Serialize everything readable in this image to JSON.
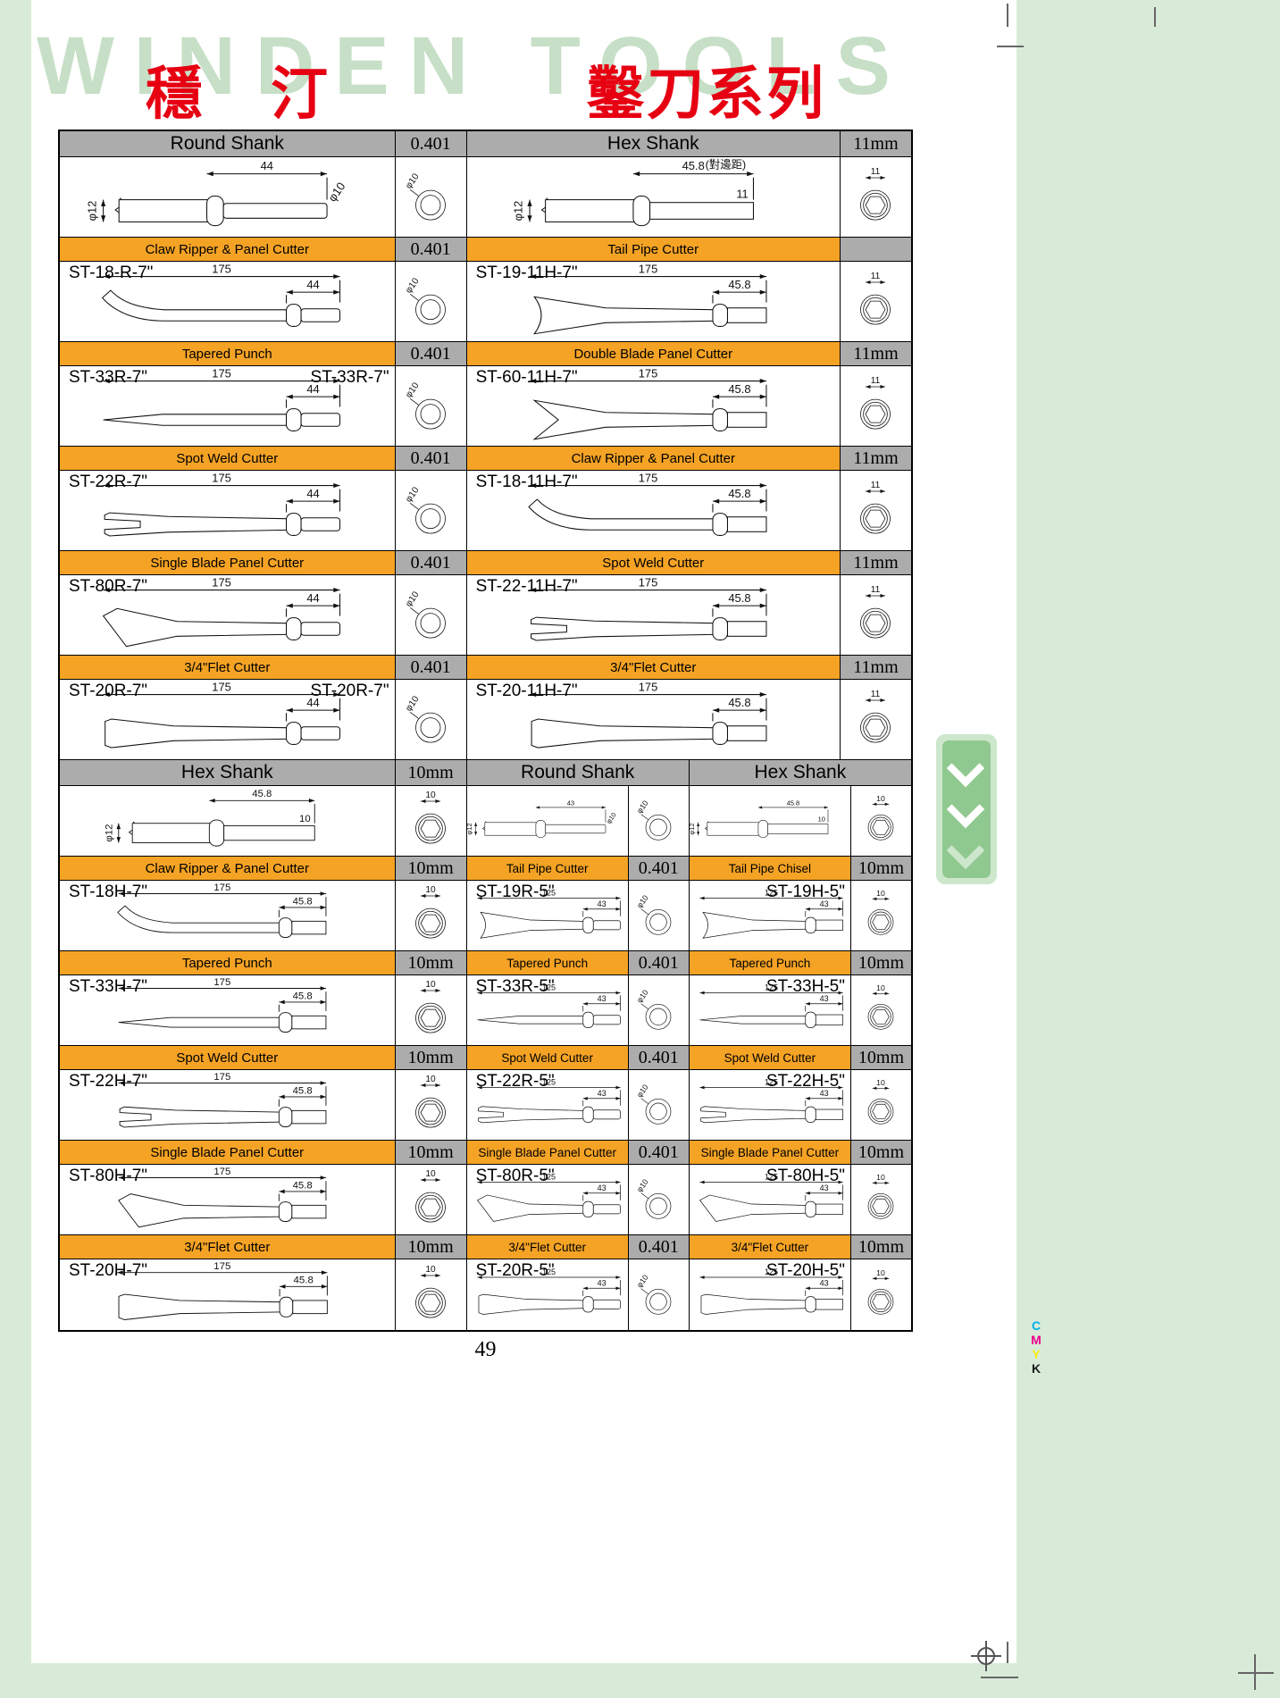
{
  "header": {
    "watermark": "WINDEN TOOLS",
    "brand_cn": "穩汀",
    "series_cn": "鑿刀系列"
  },
  "page_number": "49",
  "print_marks": {
    "letters": [
      {
        "ch": "C",
        "color": "#00AEEF"
      },
      {
        "ch": "M",
        "color": "#EC008C"
      },
      {
        "ch": "Y",
        "color": "#F7EC13"
      },
      {
        "ch": "K",
        "color": "#1A1A1A"
      }
    ]
  },
  "colors": {
    "orange": "#F5A325",
    "header_gray": "#ACACAC",
    "title_red": "#E60012",
    "watermark_green": "#C6DFC6",
    "page_bg": "#D8EBD8"
  },
  "sections": [
    {
      "columns": [
        "47.7%",
        "52.3%"
      ],
      "narrow": [],
      "rows": [
        {
          "type": "head",
          "cells": [
            {
              "label": "Round Shank",
              "value": "0.401"
            },
            {
              "label": "Hex Shank",
              "value": "11mm"
            }
          ]
        },
        {
          "type": "draw",
          "cells": [
            {
              "kind": "shank-round",
              "top": "44",
              "left": "φ12",
              "right": "φ10",
              "end": "round",
              "end_label": "φ10"
            },
            {
              "kind": "shank-hex",
              "top": "45.8",
              "left": "φ12",
              "right": "11",
              "note": "(對邊距)",
              "end": "hex",
              "end_label": "11"
            }
          ]
        },
        {
          "type": "cat",
          "cells": [
            {
              "label": "Claw Ripper & Panel Cutter",
              "value": "0.401"
            },
            {
              "label": "Tail Pipe Cutter",
              "value": ""
            }
          ]
        },
        {
          "type": "draw",
          "cells": [
            {
              "code": "ST-18-R-7\"",
              "kind": "claw",
              "top": "175",
              "inner": "44",
              "end": "round",
              "end_label": "φ10"
            },
            {
              "code": "ST-19-11H-7\"",
              "kind": "tail",
              "top": "175",
              "inner": "45.8",
              "end": "hex",
              "end_label": "11"
            }
          ]
        },
        {
          "type": "cat",
          "cells": [
            {
              "label": "Tapered Punch",
              "value": "0.401"
            },
            {
              "label": "Double Blade Panel Cutter",
              "value": "11mm"
            }
          ]
        },
        {
          "type": "draw",
          "cells": [
            {
              "code": "ST-33R-7\"",
              "code2": "ST-33R-7\"",
              "kind": "taper",
              "top": "175",
              "inner": "44",
              "end": "round",
              "end_label": "φ10"
            },
            {
              "code": "ST-60-11H-7\"",
              "kind": "double",
              "top": "175",
              "inner": "45.8",
              "end": "hex",
              "end_label": "11"
            }
          ]
        },
        {
          "type": "cat",
          "cells": [
            {
              "label": "Spot Weld Cutter",
              "value": "0.401"
            },
            {
              "label": "Claw Ripper & Panel Cutter",
              "value": "11mm"
            }
          ]
        },
        {
          "type": "draw",
          "cells": [
            {
              "code": "ST-22R-7\"",
              "kind": "spot",
              "top": "175",
              "inner": "44",
              "end": "round",
              "end_label": "φ10"
            },
            {
              "code": "ST-18-11H-7\"",
              "kind": "claw",
              "top": "175",
              "inner": "45.8",
              "end": "hex",
              "end_label": "11"
            }
          ]
        },
        {
          "type": "cat",
          "cells": [
            {
              "label": "Single Blade Panel Cutter",
              "value": "0.401"
            },
            {
              "label": "Spot Weld Cutter",
              "value": "11mm"
            }
          ]
        },
        {
          "type": "draw",
          "cells": [
            {
              "code": "ST-80R-7\"",
              "kind": "single",
              "top": "175",
              "inner": "44",
              "end": "round",
              "end_label": "φ10"
            },
            {
              "code": "ST-22-11H-7\"",
              "kind": "spot",
              "top": "175",
              "inner": "45.8",
              "end": "hex",
              "end_label": "11"
            }
          ]
        },
        {
          "type": "cat",
          "cells": [
            {
              "label": "3/4\"Flet Cutter",
              "value": "0.401"
            },
            {
              "label": "3/4\"Flet Cutter",
              "value": "11mm"
            }
          ]
        },
        {
          "type": "draw",
          "cells": [
            {
              "code": "ST-20R-7\"",
              "code2": "ST-20R-7\"",
              "kind": "flet",
              "top": "175",
              "inner": "44",
              "end": "round",
              "end_label": "φ10"
            },
            {
              "code": "ST-20-11H-7\"",
              "kind": "flet",
              "top": "175",
              "inner": "45.8",
              "end": "hex",
              "end_label": "11"
            }
          ]
        }
      ]
    },
    {
      "columns": [
        "47.7%",
        "26.15%",
        "26.15%"
      ],
      "narrow": [
        1,
        2
      ],
      "rows": [
        {
          "type": "head",
          "cells": [
            {
              "label": "Hex Shank",
              "value": "10mm"
            },
            {
              "label": "Round Shank"
            },
            {
              "label": "Hex Shank"
            }
          ]
        },
        {
          "type": "draw",
          "cells": [
            {
              "kind": "shank-hex",
              "top": "45.8",
              "left": "φ12",
              "right": "10",
              "end": "hex",
              "end_label": "10"
            },
            {
              "kind": "shank-round",
              "top": "43",
              "left": "φ12",
              "right": "φ10",
              "end": "round",
              "end_label": "φ10"
            },
            {
              "kind": "shank-hex",
              "top": "45.8",
              "left": "φ12",
              "right": "10",
              "end": "hex",
              "end_label": "10"
            }
          ]
        },
        {
          "type": "cat",
          "cells": [
            {
              "label": "Claw Ripper & Panel Cutter",
              "value": "10mm"
            },
            {
              "label": "Tail Pipe Cutter",
              "value": "0.401"
            },
            {
              "label": "Tail Pipe Chisel",
              "value": "10mm"
            }
          ]
        },
        {
          "type": "draw",
          "cells": [
            {
              "code": "ST-18H-7\"",
              "kind": "claw",
              "top": "175",
              "inner": "45.8",
              "end": "hex",
              "end_label": "10"
            },
            {
              "code": "ST-19R-5\"",
              "kind": "tail",
              "top": "125",
              "inner": "43",
              "end": "round",
              "end_label": "φ10"
            },
            {
              "code": "ST-19H-5\"",
              "code_pos": "right",
              "kind": "tail",
              "top": "125",
              "inner": "43",
              "end": "hex",
              "end_label": "10"
            }
          ]
        },
        {
          "type": "cat",
          "cells": [
            {
              "label": "Tapered Punch",
              "value": "10mm"
            },
            {
              "label": "Tapered Punch",
              "value": "0.401"
            },
            {
              "label": "Tapered Punch",
              "value": "10mm"
            }
          ]
        },
        {
          "type": "draw",
          "cells": [
            {
              "code": "ST-33H-7\"",
              "kind": "taper",
              "top": "175",
              "inner": "45.8",
              "end": "hex",
              "end_label": "10"
            },
            {
              "code": "ST-33R-5\"",
              "kind": "taper",
              "top": "125",
              "inner": "43",
              "end": "round",
              "end_label": "φ10"
            },
            {
              "code": "ST-33H-5\"",
              "code_pos": "right",
              "kind": "taper",
              "top": "125",
              "inner": "43",
              "end": "hex",
              "end_label": "10"
            }
          ]
        },
        {
          "type": "cat",
          "cells": [
            {
              "label": "Spot Weld Cutter",
              "value": "10mm"
            },
            {
              "label": "Spot Weld Cutter",
              "value": "0.401"
            },
            {
              "label": "Spot Weld Cutter",
              "value": "10mm"
            }
          ]
        },
        {
          "type": "draw",
          "cells": [
            {
              "code": "ST-22H-7\"",
              "kind": "spot",
              "top": "175",
              "inner": "45.8",
              "end": "hex",
              "end_label": "10"
            },
            {
              "code": "ST-22R-5\"",
              "kind": "spot",
              "top": "125",
              "inner": "43",
              "end": "round",
              "end_label": "φ10"
            },
            {
              "code": "ST-22H-5\"",
              "code_pos": "right",
              "kind": "spot",
              "top": "125",
              "inner": "43",
              "end": "hex",
              "end_label": "10"
            }
          ]
        },
        {
          "type": "cat",
          "cells": [
            {
              "label": "Single Blade Panel Cutter",
              "value": "10mm"
            },
            {
              "label": "Single Blade Panel Cutter",
              "value": "0.401"
            },
            {
              "label": "Single Blade Panel Cutter",
              "value": "10mm"
            }
          ]
        },
        {
          "type": "draw",
          "cells": [
            {
              "code": "ST-80H-7\"",
              "kind": "single",
              "top": "175",
              "inner": "45.8",
              "end": "hex",
              "end_label": "10"
            },
            {
              "code": "ST-80R-5\"",
              "kind": "single",
              "top": "125",
              "inner": "43",
              "end": "round",
              "end_label": "φ10"
            },
            {
              "code": "ST-80H-5\"",
              "code_pos": "right",
              "kind": "single",
              "top": "125",
              "inner": "43",
              "end": "hex",
              "end_label": "10"
            }
          ]
        },
        {
          "type": "cat",
          "cells": [
            {
              "label": "3/4\"Flet Cutter",
              "value": "10mm"
            },
            {
              "label": "3/4\"Flet Cutter",
              "value": "0.401"
            },
            {
              "label": "3/4\"Flet Cutter",
              "value": "10mm"
            }
          ]
        },
        {
          "type": "draw",
          "cells": [
            {
              "code": "ST-20H-7\"",
              "kind": "flet",
              "top": "175",
              "inner": "45.8",
              "end": "hex",
              "end_label": "10"
            },
            {
              "code": "ST-20R-5\"",
              "kind": "flet",
              "top": "125",
              "inner": "43",
              "end": "round",
              "end_label": "φ10"
            },
            {
              "code": "ST-20H-5\"",
              "code_pos": "right",
              "kind": "flet",
              "top": "125",
              "inner": "43",
              "end": "hex",
              "end_label": "10"
            }
          ]
        }
      ]
    }
  ]
}
